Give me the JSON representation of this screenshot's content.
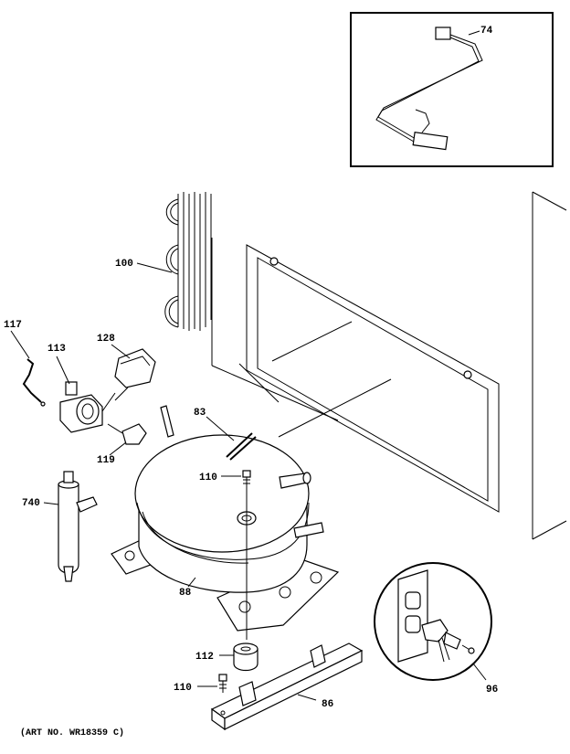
{
  "labels": {
    "p74": "74",
    "p100": "100",
    "p117": "117",
    "p113": "113",
    "p128": "128",
    "p83": "83",
    "p119": "119",
    "p110_top": "110",
    "p740": "740",
    "p88": "88",
    "p112": "112",
    "p110_bottom": "110",
    "p86": "86",
    "p96": "96"
  },
  "art_number": "(ART NO. WR18359 C)"
}
